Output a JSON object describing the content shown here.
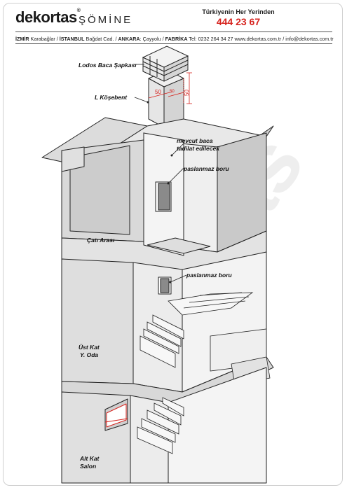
{
  "header": {
    "brand": "dekortas",
    "brand_mark": "®",
    "brand_sub": "ŞÖMİNE",
    "hotline_caption": "Türkiyenin Her Yerinden",
    "hotline_number": "444 23 67",
    "address_parts": [
      {
        "bold": "İZMİR",
        "text": " Karabağlar / "
      },
      {
        "bold": "İSTANBUL",
        "text": " Bağdat Cad. / "
      },
      {
        "bold": "ANKARA",
        "text": ": Çayyolu  / "
      },
      {
        "bold": "FABRİKA",
        "text": " Tel: 0232 264 34 27 www.dekortas.com.tr / info@dekortas.com.tr"
      }
    ]
  },
  "labels": {
    "cap": "Lodos Baca Şapkası",
    "elbow": "L Köşebent",
    "existing_flue_1": "mevcut baca",
    "existing_flue_2": "tadilat edilecek",
    "steel_pipe_1": "paslanmaz boru",
    "steel_pipe_2": "paslanmaz boru",
    "attic": "Çatı Arası",
    "upper_floor_1": "Üst Kat",
    "upper_floor_2": "Y. Oda",
    "ground_floor_1": "Alt Kat",
    "ground_floor_2": "Salon"
  },
  "dimensions": {
    "width_a": "50",
    "width_b": "50",
    "height": "50"
  },
  "watermark": "dekortas"
}
